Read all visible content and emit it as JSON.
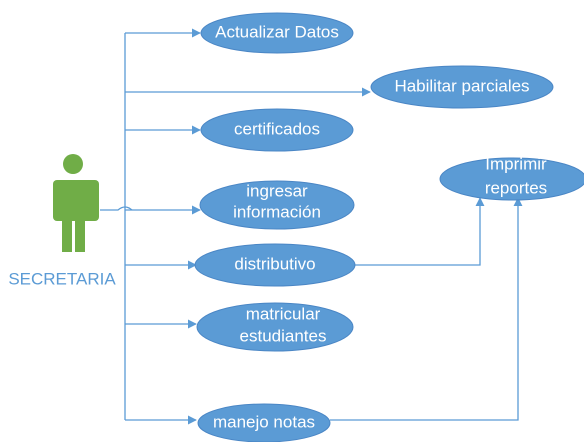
{
  "actor": {
    "label": "SECRETARIA",
    "color": "#70ad47"
  },
  "use_cases": [
    {
      "id": "actualizar",
      "lines": [
        "Actualizar Datos"
      ]
    },
    {
      "id": "habilitar",
      "lines": [
        "Habilitar parciales"
      ]
    },
    {
      "id": "certificados",
      "lines": [
        "certificados"
      ]
    },
    {
      "id": "ingresar",
      "lines": [
        "ingresar",
        "información"
      ]
    },
    {
      "id": "distributivo",
      "lines": [
        "distributivo"
      ]
    },
    {
      "id": "matricular",
      "lines": [
        "matricular",
        "estudiantes"
      ]
    },
    {
      "id": "manejo",
      "lines": [
        "manejo notas"
      ]
    },
    {
      "id": "imprimir",
      "lines": [
        "Imprimir",
        "reportes"
      ]
    }
  ],
  "colors": {
    "use_case_fill": "#5b9bd5",
    "connector": "#5b9bd5",
    "text": "#ffffff"
  }
}
